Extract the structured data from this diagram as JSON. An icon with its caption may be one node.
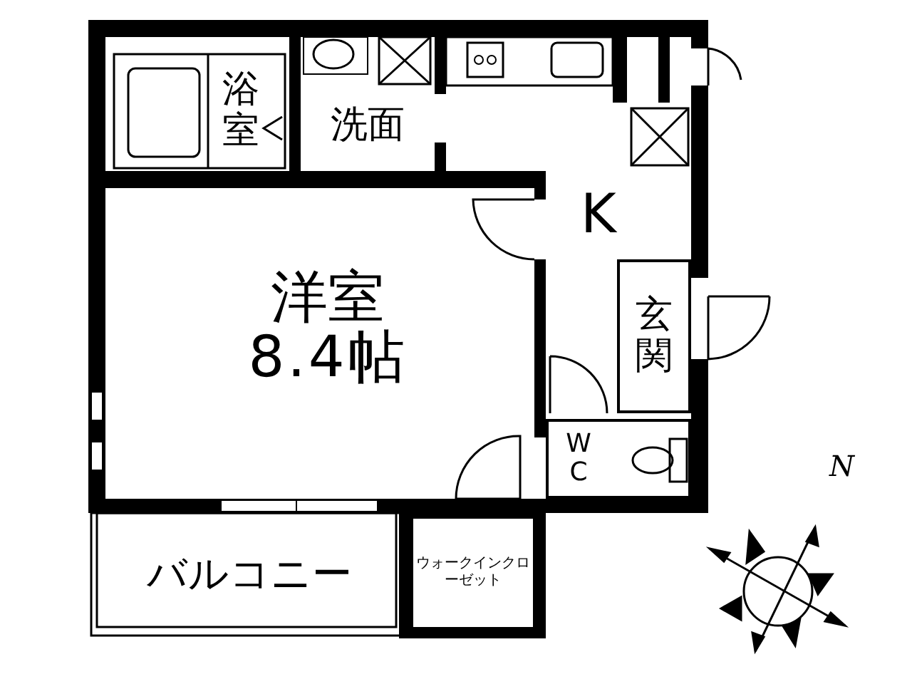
{
  "diagram": {
    "nodes": [
      {
        "text": [
          "浴室"
        ]
      },
      {
        "text": [
          "洗面"
        ]
      },
      {
        "text": [
          "洋室",
          "8.4帖"
        ]
      },
      {
        "text": [
          "K"
        ]
      },
      {
        "text": [
          "玄関"
        ]
      },
      {
        "text": [
          "WC"
        ]
      },
      {
        "text": [
          "バルコニー"
        ]
      },
      {
        "text": [
          "ウォークインクローゼット"
        ]
      }
    ],
    "edges": [],
    "labels": [
      "N"
    ]
  }
}
